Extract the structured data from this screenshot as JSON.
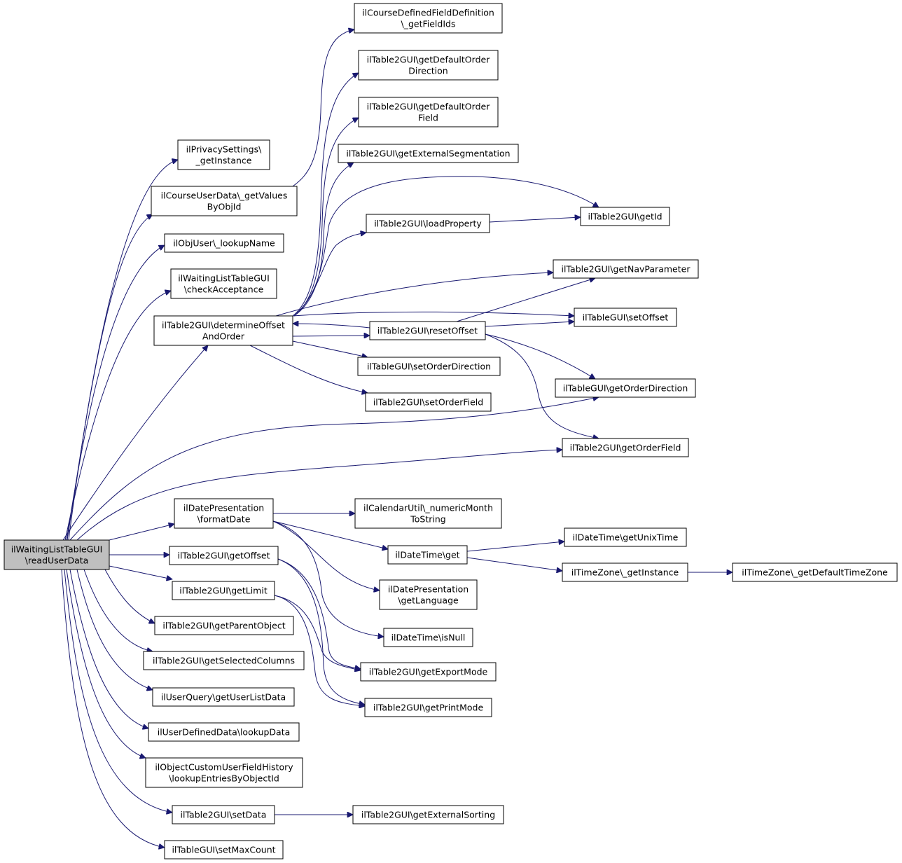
{
  "diagram": {
    "type": "call-graph",
    "edge_color": "#191970",
    "root_fill": "#bfbfbf",
    "nodes": {
      "root": [
        "ilWaitingListTableGUI",
        "\\readUserData"
      ],
      "privacy": [
        "ilPrivacySettings\\",
        "_getInstance"
      ],
      "courseuser": [
        "ilCourseUserData\\_getValues",
        "ByObjId"
      ],
      "lookupname": [
        "ilObjUser\\_lookupName"
      ],
      "checkacc": [
        "ilWaitingListTableGUI",
        "\\checkAcceptance"
      ],
      "determine": [
        "ilTable2GUI\\determineOffset",
        "AndOrder"
      ],
      "datepres": [
        "ilDatePresentation",
        "\\formatDate"
      ],
      "getoffset": [
        "ilTable2GUI\\getOffset"
      ],
      "getlimit": [
        "ilTable2GUI\\getLimit"
      ],
      "getparent": [
        "ilTable2GUI\\getParentObject"
      ],
      "getselcols": [
        "ilTable2GUI\\getSelectedColumns"
      ],
      "userquery": [
        "ilUserQuery\\getUserListData"
      ],
      "userdef": [
        "ilUserDefinedData\\lookupData"
      ],
      "custhist": [
        "ilObjectCustomUserFieldHistory",
        "\\lookupEntriesByObjectId"
      ],
      "setdata": [
        "ilTable2GUI\\setData"
      ],
      "setmax": [
        "ilTableGUI\\setMaxCount"
      ],
      "cdf": [
        "ilCourseDefinedFieldDefinition",
        "\\_getFieldIds"
      ],
      "defdir": [
        "ilTable2GUI\\getDefaultOrder",
        "Direction"
      ],
      "deffield": [
        "ilTable2GUI\\getDefaultOrder",
        "Field"
      ],
      "extseg": [
        "ilTable2GUI\\getExternalSegmentation"
      ],
      "loadprop": [
        "ilTable2GUI\\loadProperty"
      ],
      "resetoff": [
        "ilTable2GUI\\resetOffset"
      ],
      "setorddir": [
        "ilTableGUI\\setOrderDirection"
      ],
      "setordfield": [
        "ilTable2GUI\\setOrderField"
      ],
      "calutil": [
        "ilCalendarUtil\\_numericMonth",
        "ToString"
      ],
      "dtget": [
        "ilDateTime\\get"
      ],
      "getlang": [
        "ilDatePresentation",
        "\\getLanguage"
      ],
      "isnull": [
        "ilDateTime\\isNull"
      ],
      "exportmode": [
        "ilTable2GUI\\getExportMode"
      ],
      "printmode": [
        "ilTable2GUI\\getPrintMode"
      ],
      "extsort": [
        "ilTable2GUI\\getExternalSorting"
      ],
      "getid": [
        "ilTable2GUI\\getId"
      ],
      "navparam": [
        "ilTable2GUI\\getNavParameter"
      ],
      "setoffset": [
        "ilTableGUI\\setOffset"
      ],
      "getorddir": [
        "ilTableGUI\\getOrderDirection"
      ],
      "getordfield": [
        "ilTable2GUI\\getOrderField"
      ],
      "unixtime": [
        "ilDateTime\\getUnixTime"
      ],
      "tzinst": [
        "ilTimeZone\\_getInstance"
      ],
      "tzdefault": [
        "ilTimeZone\\_getDefaultTimeZone"
      ]
    },
    "edges": [
      [
        "root",
        "privacy"
      ],
      [
        "root",
        "courseuser"
      ],
      [
        "root",
        "lookupname"
      ],
      [
        "root",
        "checkacc"
      ],
      [
        "root",
        "determine"
      ],
      [
        "root",
        "getorddir"
      ],
      [
        "root",
        "getordfield"
      ],
      [
        "root",
        "datepres"
      ],
      [
        "root",
        "getoffset"
      ],
      [
        "root",
        "getlimit"
      ],
      [
        "root",
        "getparent"
      ],
      [
        "root",
        "getselcols"
      ],
      [
        "root",
        "userquery"
      ],
      [
        "root",
        "userdef"
      ],
      [
        "root",
        "custhist"
      ],
      [
        "root",
        "setdata"
      ],
      [
        "root",
        "setmax"
      ],
      [
        "courseuser",
        "cdf"
      ],
      [
        "determine",
        "defdir"
      ],
      [
        "determine",
        "deffield"
      ],
      [
        "determine",
        "extseg"
      ],
      [
        "determine",
        "getid"
      ],
      [
        "determine",
        "loadprop"
      ],
      [
        "determine",
        "navparam"
      ],
      [
        "determine",
        "setoffset"
      ],
      [
        "determine",
        "resetoff"
      ],
      [
        "determine",
        "setorddir"
      ],
      [
        "determine",
        "setordfield"
      ],
      [
        "loadprop",
        "getid"
      ],
      [
        "resetoff",
        "determine"
      ],
      [
        "resetoff",
        "navparam"
      ],
      [
        "resetoff",
        "setoffset"
      ],
      [
        "resetoff",
        "getorddir"
      ],
      [
        "resetoff",
        "getordfield"
      ],
      [
        "datepres",
        "calutil"
      ],
      [
        "datepres",
        "dtget"
      ],
      [
        "datepres",
        "getlang"
      ],
      [
        "datepres",
        "isnull"
      ],
      [
        "dtget",
        "unixtime"
      ],
      [
        "dtget",
        "tzinst"
      ],
      [
        "tzinst",
        "tzdefault"
      ],
      [
        "getoffset",
        "exportmode"
      ],
      [
        "getoffset",
        "printmode"
      ],
      [
        "getlimit",
        "exportmode"
      ],
      [
        "getlimit",
        "printmode"
      ],
      [
        "setdata",
        "extsort"
      ]
    ]
  }
}
